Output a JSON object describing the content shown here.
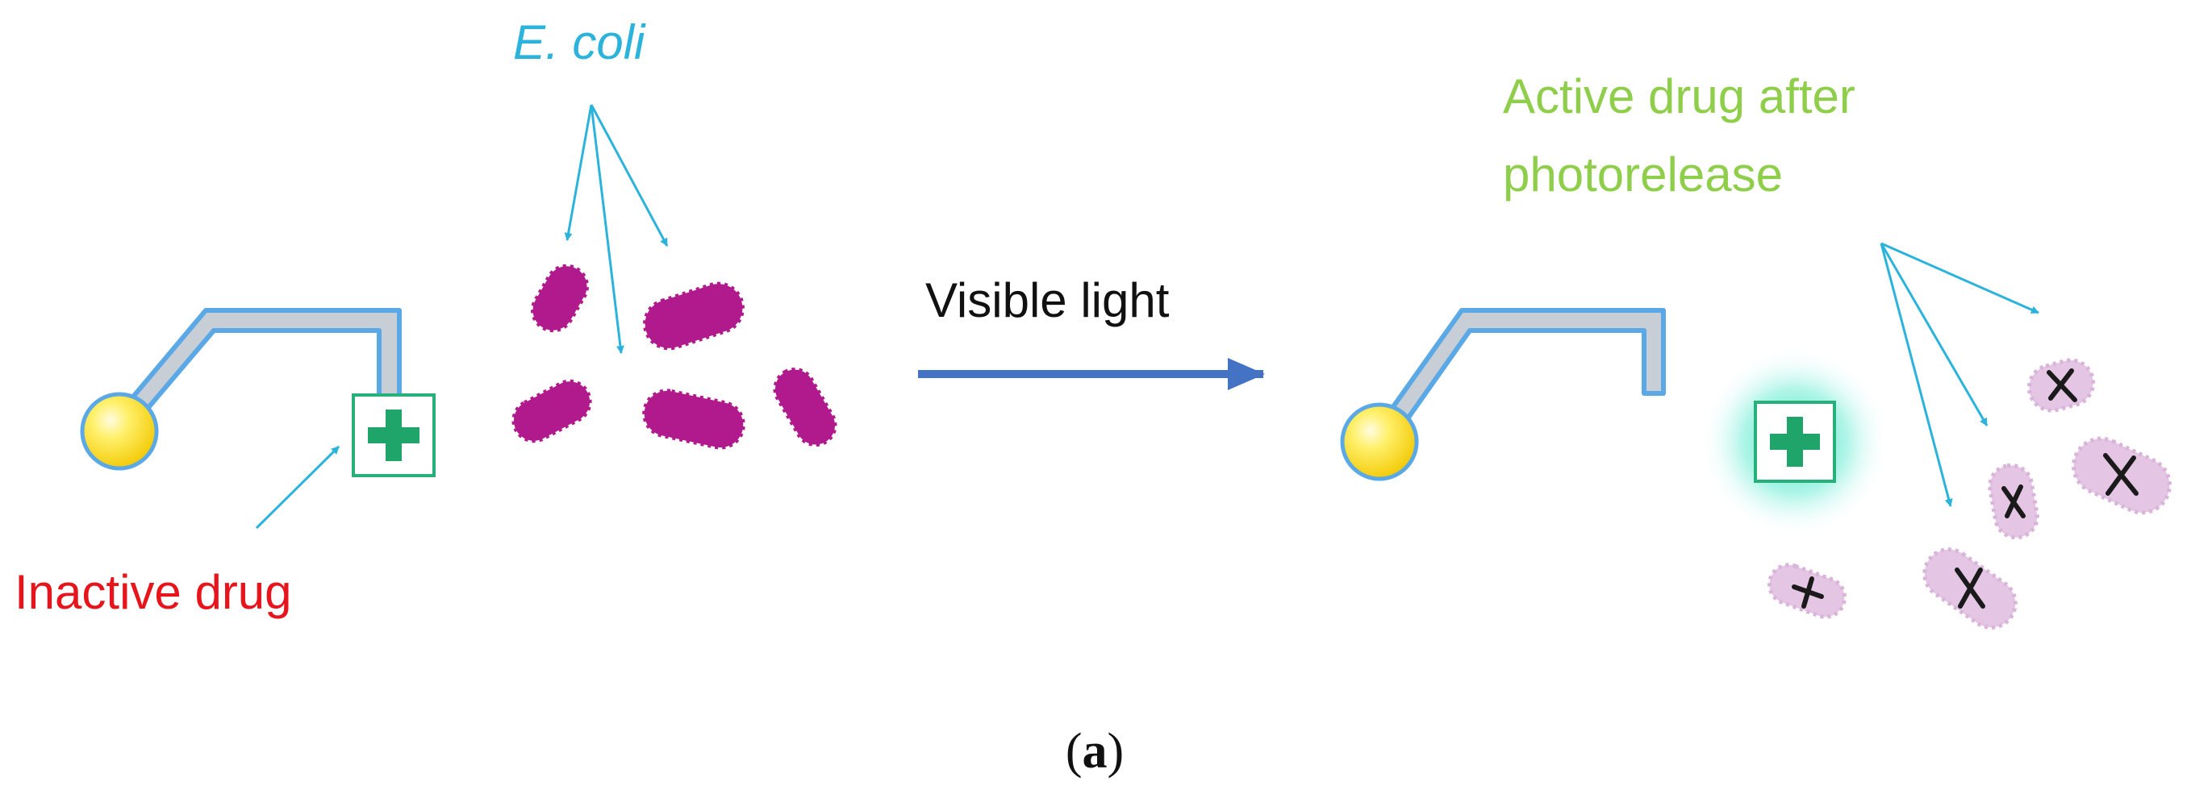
{
  "labels": {
    "ecoli": "E. coli",
    "visible_light": "Visible light",
    "inactive_drug": "Inactive drug",
    "active_drug_line1": "Active drug after",
    "active_drug_line2": "photorelease"
  },
  "caption": {
    "open": "(",
    "letter": "a",
    "close": ")"
  },
  "colors": {
    "ecoli_label": "#2bb3dc",
    "inactive_label": "#e8141b",
    "active_label": "#8fce4a",
    "pointer_arrow": "#2bb3dc",
    "light_arrow": "#4472c4",
    "linker_fill": "#c7ced6",
    "linker_stroke": "#5aa9e6",
    "nanoparticle": "#f5d20c",
    "drug_border": "#27b07a",
    "drug_cross": "#1fa46a",
    "glow": "#2de0c0",
    "bacteria_live": "#b01a8c",
    "bacteria_dead": "#e4c6e4",
    "dead_mark": "#1a1a1a"
  },
  "icons": {
    "nanoparticle": "gold-sphere-icon",
    "drug": "green-cross-drug-icon",
    "bacterium": "rod-bacterium-icon",
    "dead_bacterium": "crossed-bacterium-icon"
  }
}
